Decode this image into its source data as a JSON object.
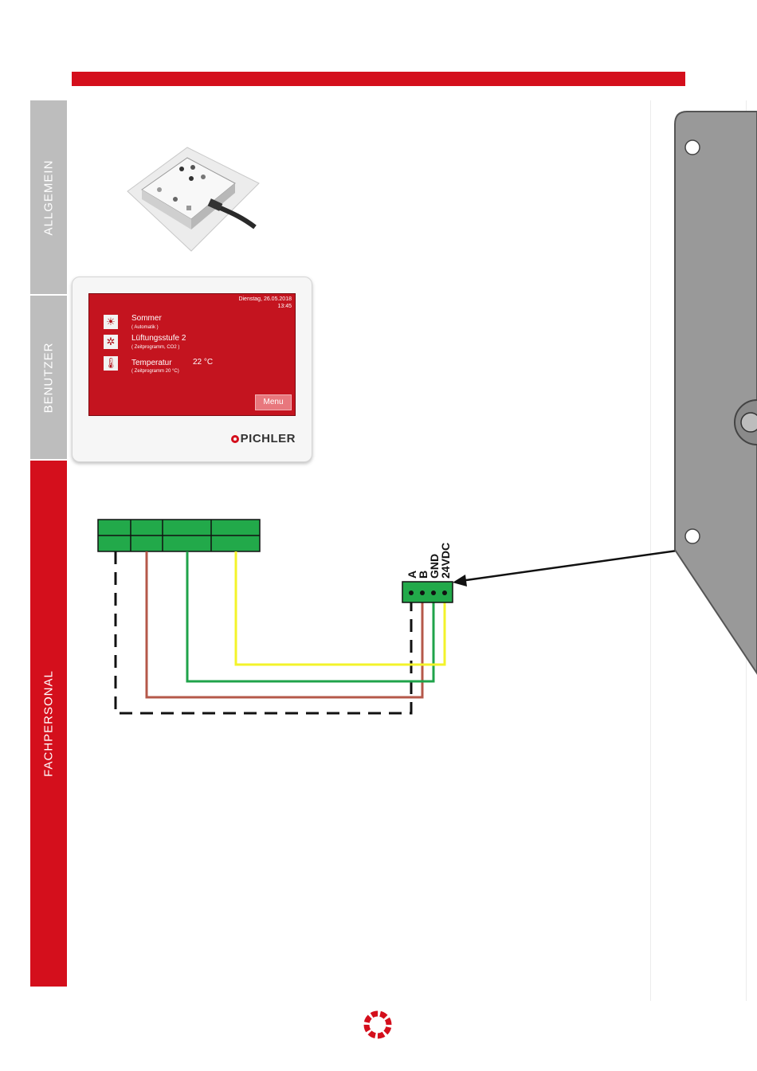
{
  "tabs": {
    "allgemein": "ALLGEMEIN",
    "benutzer": "BENUTZER",
    "fachpersonal": "FACHPERSONAL"
  },
  "display": {
    "date": "Dienstag, 26.05.2018",
    "time": "13:45",
    "rows": [
      {
        "icon": "sun-icon",
        "main": "Sommer",
        "sub": "( Automatik )"
      },
      {
        "icon": "fan-icon",
        "main": "Lüftungsstufe 2",
        "sub": "( Zeitprogramm, CO2 )"
      },
      {
        "icon": "thermometer-icon",
        "main": "Temperatur",
        "value": "22 °C",
        "sub": "( Zeitprogramm 20 °C)"
      }
    ],
    "menu_label": "Menu",
    "brand": "PICHLER"
  },
  "connector": {
    "pins": [
      "A",
      "B",
      "GND",
      "24VDC"
    ]
  },
  "colors": {
    "accent": "#d40f1c",
    "tab_inactive": "#bdbdbd",
    "terminal_green": "#22a94a",
    "wire_brown": "#b5584a",
    "wire_green": "#1fa34a",
    "wire_yellow": "#f3f32a",
    "wire_black": "#111111"
  }
}
